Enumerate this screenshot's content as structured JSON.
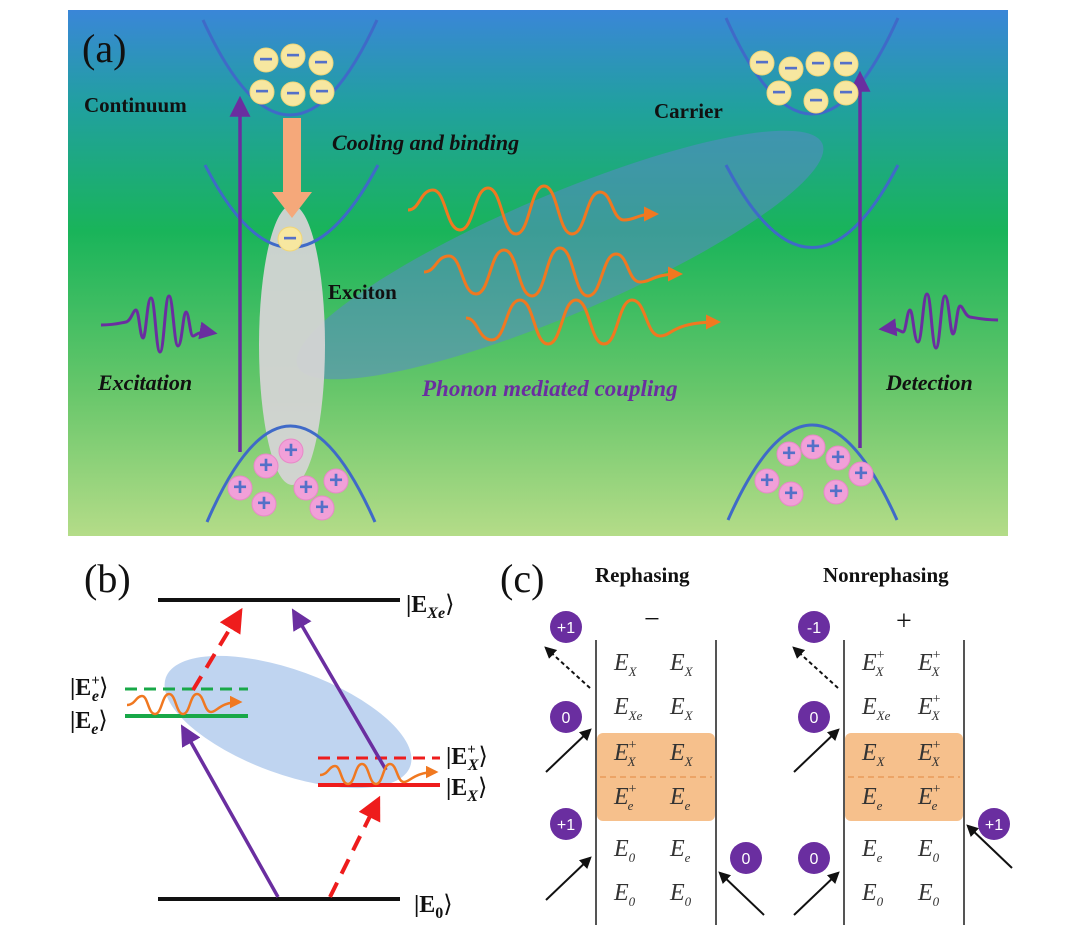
{
  "panel_a": {
    "label": "(a)",
    "continuum": "Continuum",
    "cooling": "Cooling and binding",
    "carrier": "Carrier",
    "exciton": "Exciton",
    "excitation": "Excitation",
    "phonon": "Phonon mediated coupling",
    "detection": "Detection",
    "electron_sign": "−",
    "hole_sign": "+"
  },
  "panel_b": {
    "label": "(b)",
    "level_exe": "|E",
    "level_exe_sub": "Xe",
    "level_ee_plus": "|E",
    "level_ee_plus_sub": "e",
    "level_ee_plus_sup": "+",
    "level_ee": "|E",
    "level_ee_sub": "e",
    "level_ex_plus": "|E",
    "level_ex_plus_sub": "X",
    "level_ex_plus_sup": "+",
    "level_ex": "|E",
    "level_ex_sub": "X",
    "level_e0": "|E",
    "level_e0_sub": "0",
    "ket_close": "⟩"
  },
  "panel_c": {
    "label": "(c)",
    "rephasing": {
      "title": "Rephasing",
      "sign": "−",
      "badges": [
        "+1",
        "0",
        "+1",
        "0"
      ],
      "rows": [
        [
          [
            "E",
            "X",
            ""
          ],
          [
            "E",
            "X",
            ""
          ]
        ],
        [
          [
            "E",
            "Xe",
            ""
          ],
          [
            "E",
            "X",
            ""
          ]
        ],
        [
          [
            "E",
            "X",
            "+"
          ],
          [
            "E",
            "X",
            ""
          ]
        ],
        [
          [
            "E",
            "e",
            "+"
          ],
          [
            "E",
            "e",
            ""
          ]
        ],
        [
          [
            "E",
            "0",
            ""
          ],
          [
            "E",
            "e",
            ""
          ]
        ],
        [
          [
            "E",
            "0",
            ""
          ],
          [
            "E",
            "0",
            ""
          ]
        ]
      ]
    },
    "nonrephasing": {
      "title": "Nonrephasing",
      "sign": "+",
      "badges": [
        "-1",
        "0",
        "0",
        "+1"
      ],
      "rows": [
        [
          [
            "E",
            "X",
            "+"
          ],
          [
            "E",
            "X",
            "+"
          ]
        ],
        [
          [
            "E",
            "Xe",
            ""
          ],
          [
            "E",
            "X",
            "+"
          ]
        ],
        [
          [
            "E",
            "X",
            ""
          ],
          [
            "E",
            "X",
            "+"
          ]
        ],
        [
          [
            "E",
            "e",
            ""
          ],
          [
            "E",
            "e",
            "+"
          ]
        ],
        [
          [
            "E",
            "e",
            ""
          ],
          [
            "E",
            "0",
            ""
          ]
        ],
        [
          [
            "E",
            "0",
            ""
          ],
          [
            "E",
            "0",
            ""
          ]
        ]
      ]
    }
  },
  "colors": {
    "bg_top": "#3a86d8",
    "bg_mid": "#19b45a",
    "bg_bottom": "#b4dc88",
    "band": "#3f6ac8",
    "purple": "#6a2ea0",
    "orange": "#f07820",
    "red_dash": "#ee1c1c",
    "green_level": "#18a848",
    "badge": "#6a2ea0",
    "highlight": "#f6c08c"
  }
}
